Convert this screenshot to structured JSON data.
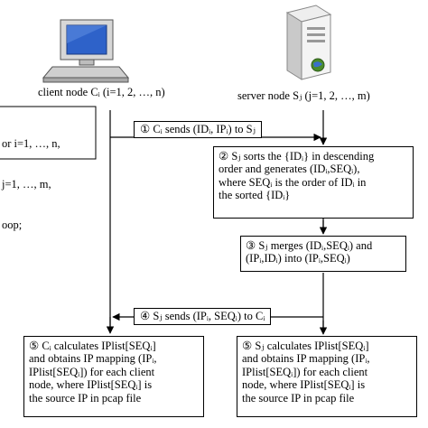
{
  "client": {
    "label": "client node Cᵢ (i=1, 2, …, n)"
  },
  "server": {
    "label": "server node Sⱼ (j=1, 2, …, m)"
  },
  "pseudocode": {
    "lines": [
      "or i=1, …, n,",
      "    j=1, …, m,",
      "oop;"
    ]
  },
  "steps": {
    "step1": "① Cᵢ sends (IDᵢ, IPᵢ) to Sⱼ",
    "step2": [
      "② Sⱼ sorts the {IDᵢ} in descending",
      "order and generates (IDᵢ,SEQᵢ),",
      "where SEQᵢ is the order of IDᵢ in",
      "the sorted {IDᵢ}"
    ],
    "step3": [
      "③ Sⱼ merges (IDᵢ,SEQᵢ) and",
      "(IPᵢ,IDᵢ) into (IPᵢ,SEQᵢ)"
    ],
    "step4": "④ Sⱼ sends (IPᵢ, SEQᵢ) to Cᵢ",
    "step5_client": [
      "⑤ Cᵢ calculates IPlist[SEQᵢ]",
      "and obtains IP mapping (IPᵢ,",
      "IPlist[SEQᵢ]) for each client",
      "node, where IPlist[SEQᵢ] is",
      "the source IP in pcap file"
    ],
    "step5_server": [
      "⑤ Sⱼ calculates IPlist[SEQᵢ]",
      "and obtains IP mapping (IPᵢ,",
      "IPlist[SEQᵢ]) for each client",
      "node, where IPlist[SEQᵢ] is",
      "the source IP in pcap file"
    ]
  }
}
